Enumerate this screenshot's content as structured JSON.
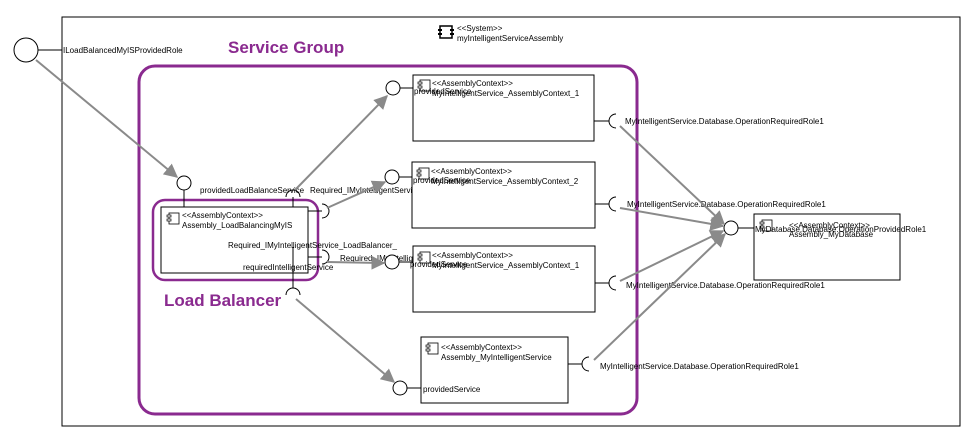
{
  "colors": {
    "group": "#8a2a8f",
    "connector": "#8a8a8a",
    "line": "#000000"
  },
  "system": {
    "stereotype": "<<System>>",
    "name": "myIntelligentServiceAssembly",
    "provided_role": "ILoadBalancedMyISProvidedRole",
    "icon": "component-icon"
  },
  "groups": {
    "service_group": "Service Group",
    "load_balancer": "Load Balancer"
  },
  "load_balancer": {
    "stereotype": "<<AssemblyContext>>",
    "name": "Assembly_LoadBalancingMyIS",
    "provided_role": "providedLoadBalanceService",
    "required_role_1": "Required_IMyIntelligentService",
    "required_role_2": "Required_IMyIntelligentService_LoadBalancer_",
    "required_role_3": "requiredIntelligentService",
    "required_role_4": "Required_IMyIntelligentService"
  },
  "contexts": [
    {
      "stereotype": "<<AssemblyContext>>",
      "name": "MyIntelligentService_AssemblyContext_1",
      "provided": "providedService",
      "required": "MyIntelligentService.Database.OperationRequiredRole1"
    },
    {
      "stereotype": "<<AssemblyContext>>",
      "name": "MyIntelligentService_AssemblyContext_2",
      "provided": "providedService",
      "required": "MyIntelligentService.Database.OperationRequiredRole1"
    },
    {
      "stereotype": "<<AssemblyContext>>",
      "name": "MyIntelligentService_AssemblyContext_1",
      "provided": "providedService",
      "required": "MyIntelligentService.Database.OperationRequiredRole1"
    },
    {
      "stereotype": "<<AssemblyContext>>",
      "name": "Assembly_MyIntelligentService",
      "provided": "providedService",
      "required": "MyIntelligentService.Database.OperationRequiredRole1"
    }
  ],
  "database": {
    "stereotype": "<<AssemblyContext>>",
    "name": "Assembly_MyDatabase",
    "provided": "MyDatabase.Database.OperationProvidedRole1"
  }
}
